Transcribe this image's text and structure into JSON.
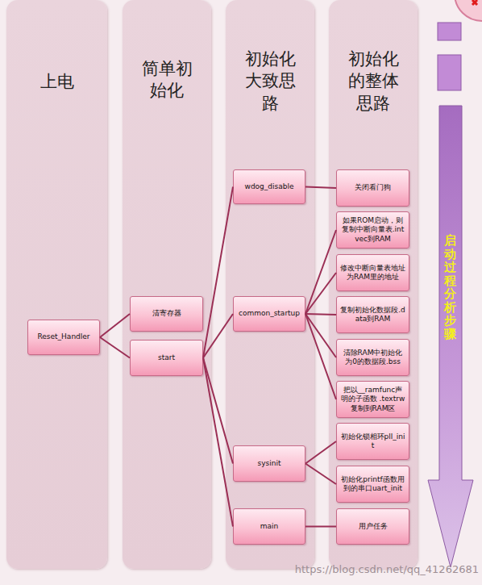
{
  "diagram": {
    "nodes": [
      {
        "text": [
          "上电"
        ]
      },
      {
        "text": [
          "简单初始化"
        ]
      },
      {
        "text": [
          "初始化大致思路"
        ]
      },
      {
        "text": [
          "初始化的整体思路"
        ]
      },
      {
        "text": [
          "Reset_Handler"
        ],
        "in": 0
      },
      {
        "text": [
          "清寄存器"
        ],
        "in": 1
      },
      {
        "text": [
          "start"
        ],
        "in": 1
      },
      {
        "text": [
          "wdog_disable"
        ],
        "in": 2
      },
      {
        "text": [
          "common_startup"
        ],
        "in": 2
      },
      {
        "text": [
          "sysinit"
        ],
        "in": 2
      },
      {
        "text": [
          "main"
        ],
        "in": 2
      },
      {
        "text": [
          "关闭看门狗"
        ],
        "in": 3
      },
      {
        "text": [
          "如果ROM启动，则复制中断向量表.intvec到RAM"
        ],
        "in": 3
      },
      {
        "text": [
          "修改中断向量表地址为RAM里的地址"
        ],
        "in": 3
      },
      {
        "text": [
          "复制初始化数据段.data到RAM"
        ],
        "in": 3
      },
      {
        "text": [
          "清除RAM中初始化为0的数据段.bss"
        ],
        "in": 3
      },
      {
        "text": [
          "把以__ramfunc声明的子函数 .textrw 复制到RAM区"
        ],
        "in": 3
      },
      {
        "text": [
          "初始化锁相环pll_init"
        ],
        "in": 3
      },
      {
        "text": [
          "初始化printf函数用到的串口uart_init"
        ],
        "in": 3
      },
      {
        "text": [
          "用户任务"
        ],
        "in": 3
      },
      {
        "text": [
          "启动过程分析步骤"
        ]
      }
    ],
    "edges": [
      {
        "from": 4,
        "to": 5,
        "arrow": "none"
      },
      {
        "from": 4,
        "to": 6,
        "arrow": "none"
      },
      {
        "from": 6,
        "to": 7,
        "arrow": "none"
      },
      {
        "from": 6,
        "to": 8,
        "arrow": "none"
      },
      {
        "from": 6,
        "to": 9,
        "arrow": "none"
      },
      {
        "from": 6,
        "to": 10,
        "arrow": "none"
      },
      {
        "from": 7,
        "to": 11,
        "arrow": "none"
      },
      {
        "from": 8,
        "to": 12,
        "arrow": "none"
      },
      {
        "from": 8,
        "to": 13,
        "arrow": "none"
      },
      {
        "from": 8,
        "to": 14,
        "arrow": "none"
      },
      {
        "from": 8,
        "to": 15,
        "arrow": "none"
      },
      {
        "from": 8,
        "to": 16,
        "arrow": "none"
      },
      {
        "from": 9,
        "to": 17,
        "arrow": "none"
      },
      {
        "from": 9,
        "to": 18,
        "arrow": "none"
      },
      {
        "from": 10,
        "to": 19,
        "arrow": "none"
      }
    ],
    "labels": [
      "https://blog.csdn.net/qq_41262681"
    ]
  }
}
